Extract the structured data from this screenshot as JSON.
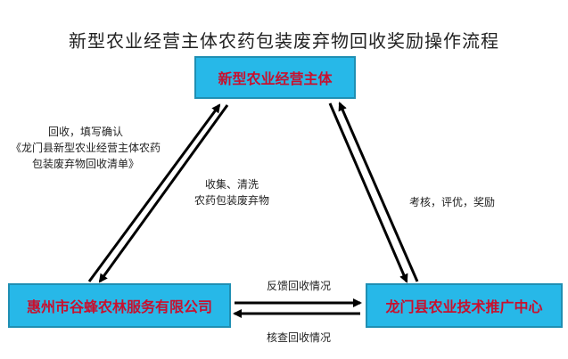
{
  "title": "新型农业经营主体农药包装废弃物回收奖励操作流程",
  "nodes": {
    "top": "新型农业经营主体",
    "left": "惠州市谷蜂农林服务有限公司",
    "right": "龙门县农业技术推广中心"
  },
  "edges": {
    "left_up_label_line1": "回收，填写确认",
    "left_up_label_line2": "《龙门县新型农业经营主体农药",
    "left_up_label_line3": "包装废弃物回收清单》",
    "left_down_label_line1": "收集、清洗",
    "left_down_label_line2": "农药包装废弃物",
    "right_label": "考核，评优，奖励",
    "bottom_top_label": "反馈回收情况",
    "bottom_bottom_label": "核查回收情况"
  },
  "colors": {
    "box_fill": "#27b8e8",
    "box_text": "#c8102e"
  }
}
